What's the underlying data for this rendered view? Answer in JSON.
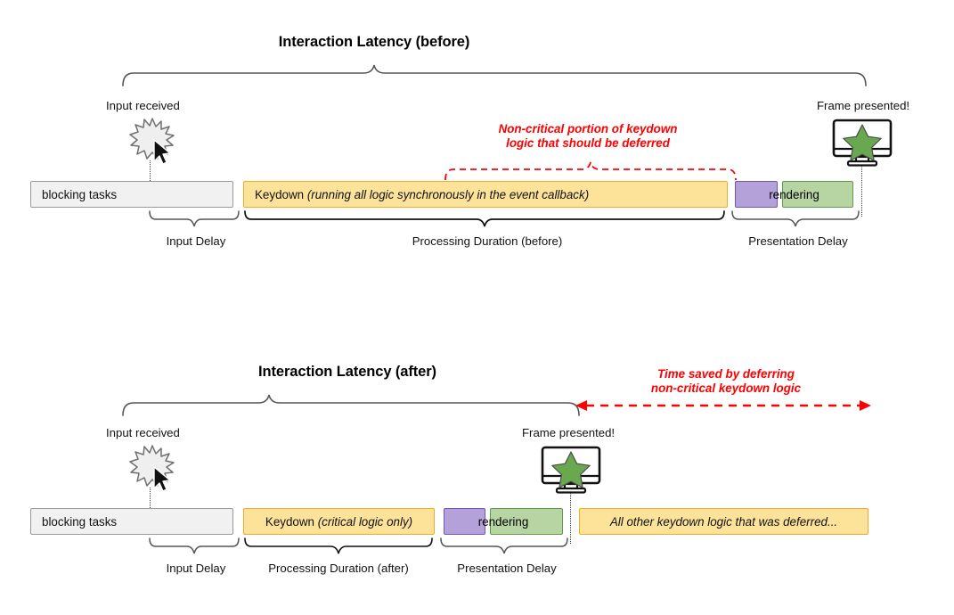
{
  "diagrams": [
    {
      "id": "before",
      "title": "Interaction Latency (before)",
      "input_label": "Input received",
      "frame_label": "Frame presented!",
      "red_note_line1": "Non-critical portion of keydown",
      "red_note_line2": "logic that should be deferred",
      "bars": {
        "blocking": "blocking tasks",
        "keydown_prefix": "Keydown ",
        "keydown_italic": "(running all logic synchronously in the event callback)",
        "rendering": "rendering"
      },
      "brace_labels": {
        "input_delay": "Input Delay",
        "processing": "Processing Duration (before)",
        "presentation": "Presentation Delay"
      }
    },
    {
      "id": "after",
      "title": "Interaction Latency (after)",
      "input_label": "Input received",
      "frame_label": "Frame presented!",
      "red_note_line1": "Time saved by deferring",
      "red_note_line2": "non-critical keydown logic",
      "bars": {
        "blocking": "blocking tasks",
        "keydown_prefix": "Keydown ",
        "keydown_italic": "(critical logic only)",
        "rendering": "rendering",
        "deferred": "All other keydown logic that was deferred..."
      },
      "brace_labels": {
        "input_delay": "Input Delay",
        "processing": "Processing Duration (after)",
        "presentation": "Presentation Delay"
      }
    }
  ],
  "icons": {
    "burst": "input-burst-icon",
    "cursor": "mouse-cursor-icon",
    "monitor": "monitor-icon",
    "star": "star-icon"
  },
  "colors": {
    "red_accent": "#ff0000",
    "yellow_fill": "#fde39a",
    "yellow_stroke": "#f0ab2a",
    "purple_fill": "#b5a1da",
    "purple_stroke": "#6f58b0",
    "green_fill": "#b6d5a3",
    "green_stroke": "#5e9b4e",
    "grey_fill": "#f1f1f1",
    "grey_stroke": "#9a9a9a",
    "brace_stroke": "#555555",
    "star_fill": "#6aa84f"
  }
}
